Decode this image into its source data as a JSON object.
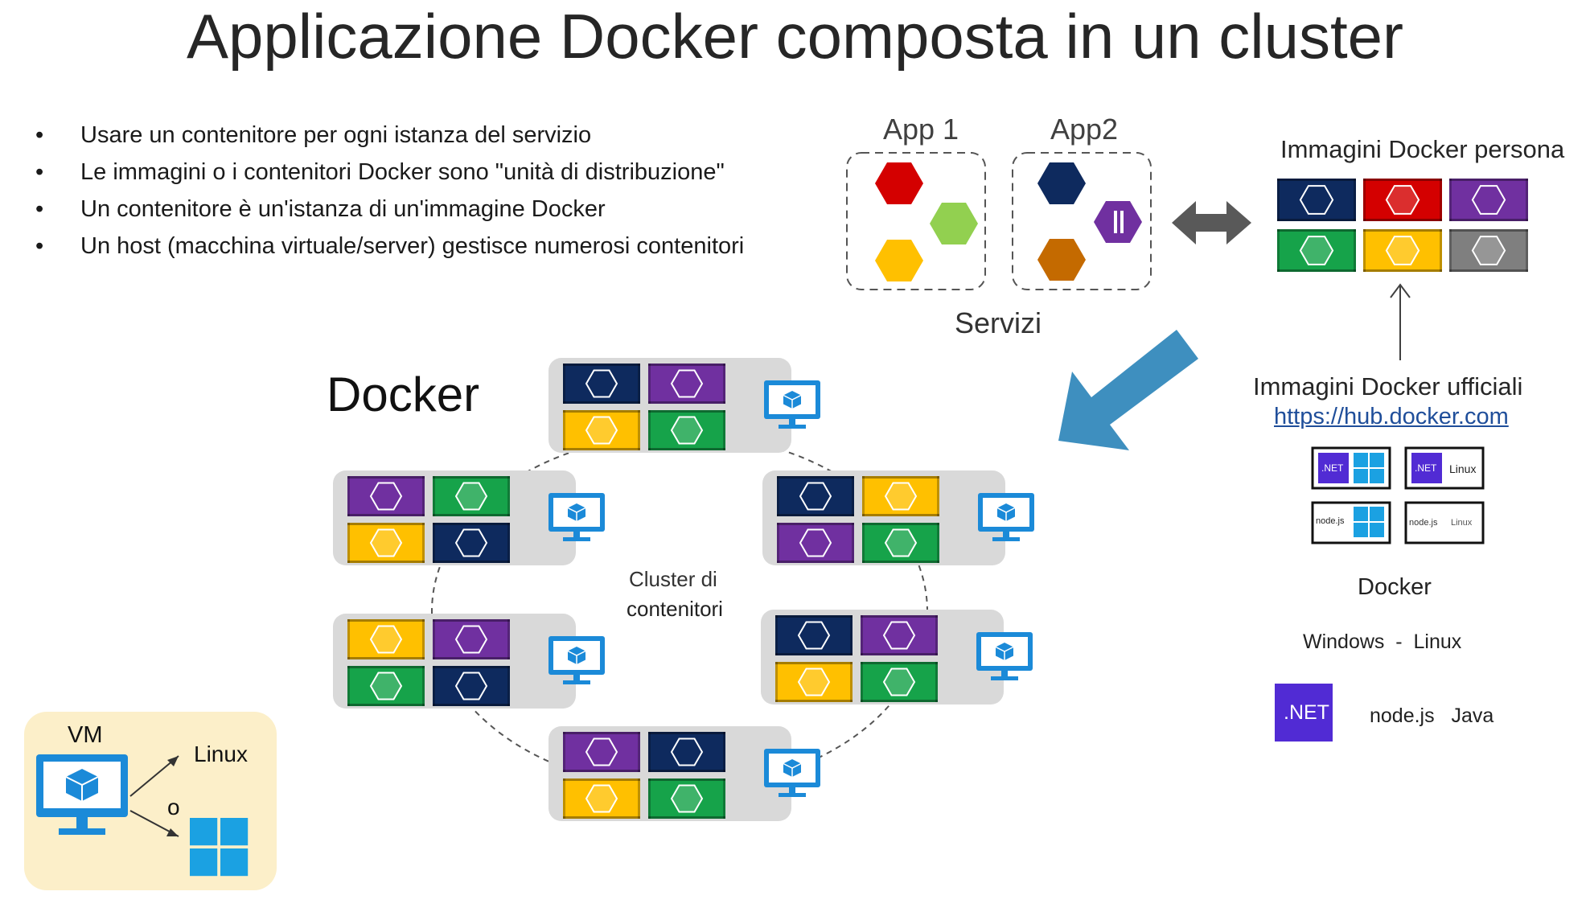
{
  "title": "Applicazione Docker composta in un cluster",
  "bullets": [
    "Usare un contenitore per ogni istanza del servizio",
    "Le immagini o i contenitori Docker sono \"unità di distribuzione\"",
    "Un contenitore è un'istanza di un'immagine Docker",
    "Un host (macchina virtuale/server) gestisce numerosi contenitori"
  ],
  "bullet_symbol": "•",
  "apps": {
    "app1": "App 1",
    "app2": "App2",
    "services": "Servizi"
  },
  "custom_images_label": "Immagini Docker persona",
  "official_images": {
    "label": "Immagini Docker ufficiali",
    "url": "https://hub.docker.com",
    "tiles": [
      {
        "badge": ".NET",
        "os": "windows"
      },
      {
        "badge": ".NET",
        "os": "Linux"
      },
      {
        "badge": "node.js",
        "os": "windows"
      },
      {
        "badge": "node.js",
        "os": "Linux"
      }
    ]
  },
  "cluster": {
    "docker_label": "Docker",
    "center_line1": "Cluster di",
    "center_line2": "contenitori"
  },
  "right_panel": {
    "docker": "Docker",
    "platforms": "Windows  -  Linux",
    "net_badge": ".NET",
    "runtimes": "node.js   Java"
  },
  "vm": {
    "label": "VM",
    "linux": "Linux",
    "or": "o"
  },
  "colors": {
    "navy": "#0e2a5e",
    "purple": "#7030a0",
    "green": "#16a34a",
    "yellow": "#ffc000",
    "red": "#d40000",
    "orange": "#c46a00",
    "gray": "#7f7f7f",
    "arrow_blue": "#3e8fbf",
    "monitor_blue": "#1b8ad8",
    "net_purple": "#512bd4"
  }
}
